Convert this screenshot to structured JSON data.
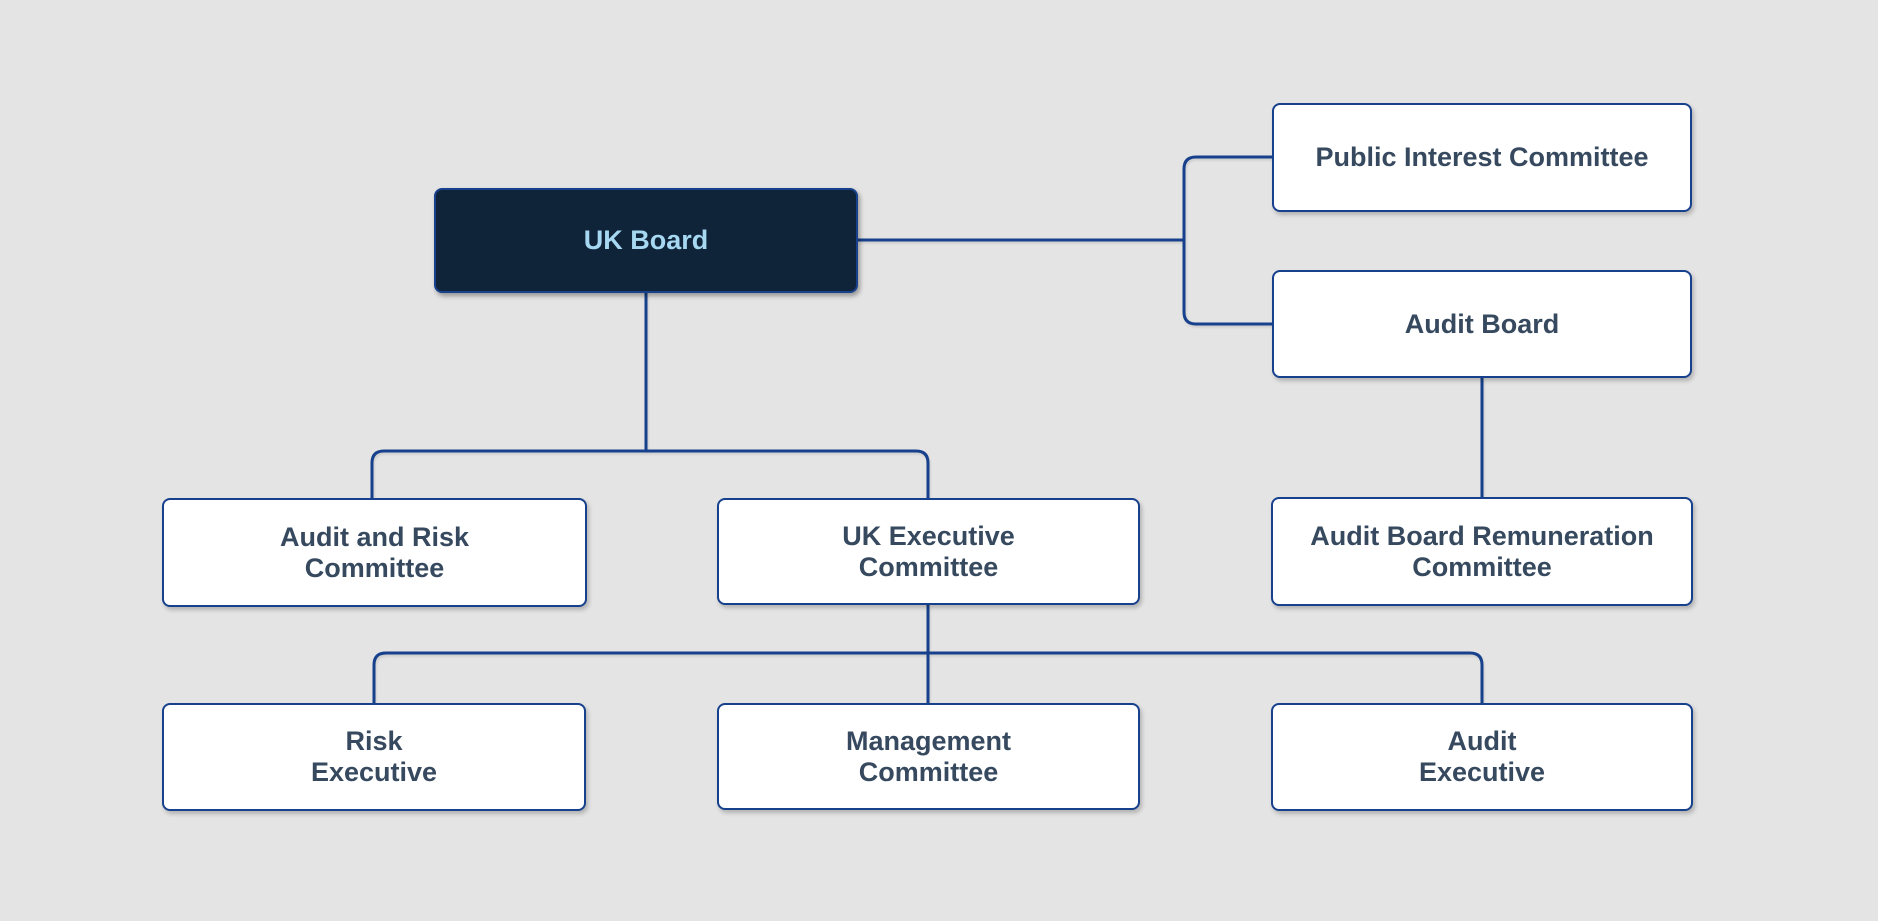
{
  "title": "UK governance structure organisation chart",
  "colors": {
    "background": "#e4e4e4",
    "connector": "#17418c",
    "box_border": "#17418c",
    "box_fill": "#ffffff",
    "box_text": "#36495e",
    "root_fill": "#0f2339",
    "root_text": "#a6d8f1"
  },
  "nodes": {
    "uk_board": {
      "label": "UK Board"
    },
    "public_interest": {
      "label": "Public Interest Committee"
    },
    "audit_board": {
      "label": "Audit Board"
    },
    "audit_risk": {
      "label": "Audit and Risk\nCommittee"
    },
    "uk_exec": {
      "label": "UK Executive\nCommittee"
    },
    "abrc": {
      "label": "Audit Board Remuneration\nCommittee"
    },
    "risk_exec": {
      "label": "Risk\nExecutive"
    },
    "mgmt": {
      "label": "Management\nCommittee"
    },
    "audit_exec": {
      "label": "Audit\nExecutive"
    }
  },
  "edges": [
    {
      "from": "UK Board",
      "to": "Public Interest Committee"
    },
    {
      "from": "UK Board",
      "to": "Audit Board"
    },
    {
      "from": "UK Board",
      "to": "Audit and Risk Committee"
    },
    {
      "from": "UK Board",
      "to": "UK Executive Committee"
    },
    {
      "from": "Audit Board",
      "to": "Audit Board Remuneration Committee"
    },
    {
      "from": "UK Executive Committee",
      "to": "Risk Executive"
    },
    {
      "from": "UK Executive Committee",
      "to": "Management Committee"
    },
    {
      "from": "UK Executive Committee",
      "to": "Audit Executive"
    }
  ]
}
